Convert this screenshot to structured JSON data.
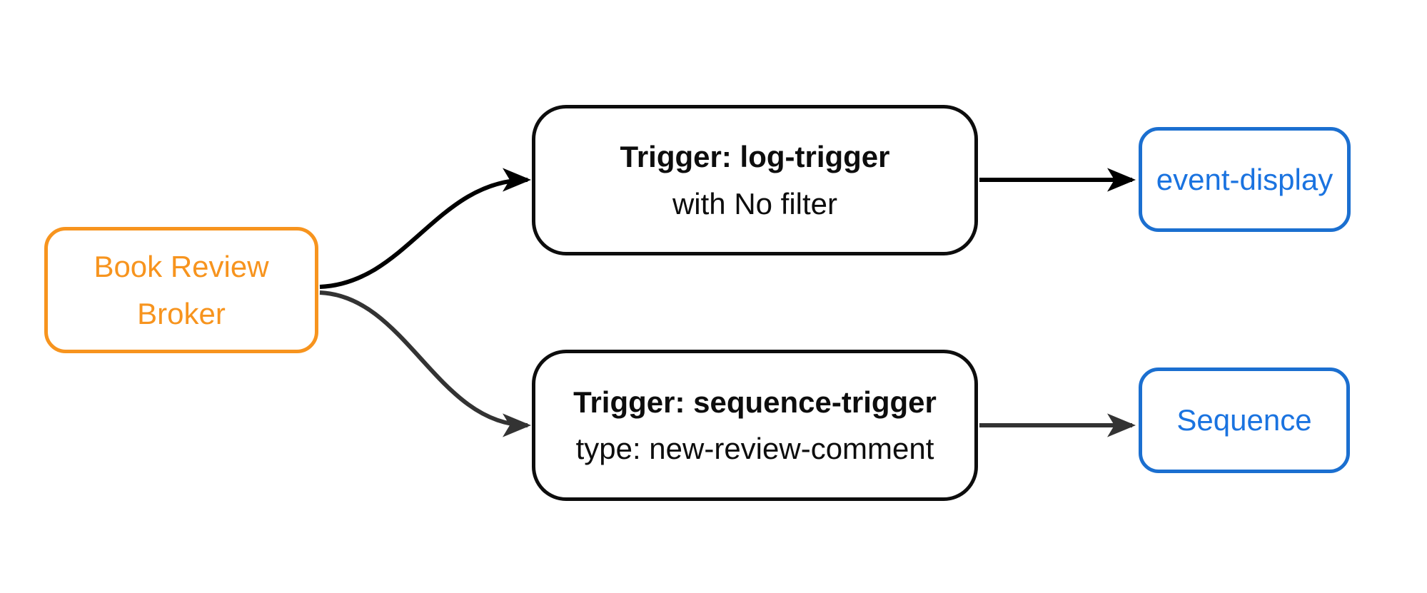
{
  "diagram": {
    "type": "flowchart",
    "background": "#ffffff",
    "nodes": {
      "broker": {
        "label": "Book Review Broker",
        "lines": [
          "Book Review",
          "Broker"
        ],
        "accent_color": "#F7941E"
      },
      "trigger_log": {
        "title": "Trigger: log-trigger",
        "subtitle": "with No filter",
        "accent_color": "#0d0d0d"
      },
      "trigger_sequence": {
        "title": "Trigger: sequence-trigger",
        "subtitle": "type: new-review-comment",
        "accent_color": "#0d0d0d"
      },
      "event_display": {
        "label": "event-display",
        "accent_color": "#1B6FD0"
      },
      "sequence": {
        "label": "Sequence",
        "accent_color": "#1B6FD0"
      }
    },
    "edges": [
      {
        "from": "broker",
        "to": "trigger_log",
        "style": "curved",
        "color": "#000000"
      },
      {
        "from": "broker",
        "to": "trigger_sequence",
        "style": "curved",
        "color": "#333333"
      },
      {
        "from": "trigger_log",
        "to": "event_display",
        "style": "straight",
        "color": "#000000"
      },
      {
        "from": "trigger_sequence",
        "to": "sequence",
        "style": "straight",
        "color": "#333333"
      }
    ]
  }
}
